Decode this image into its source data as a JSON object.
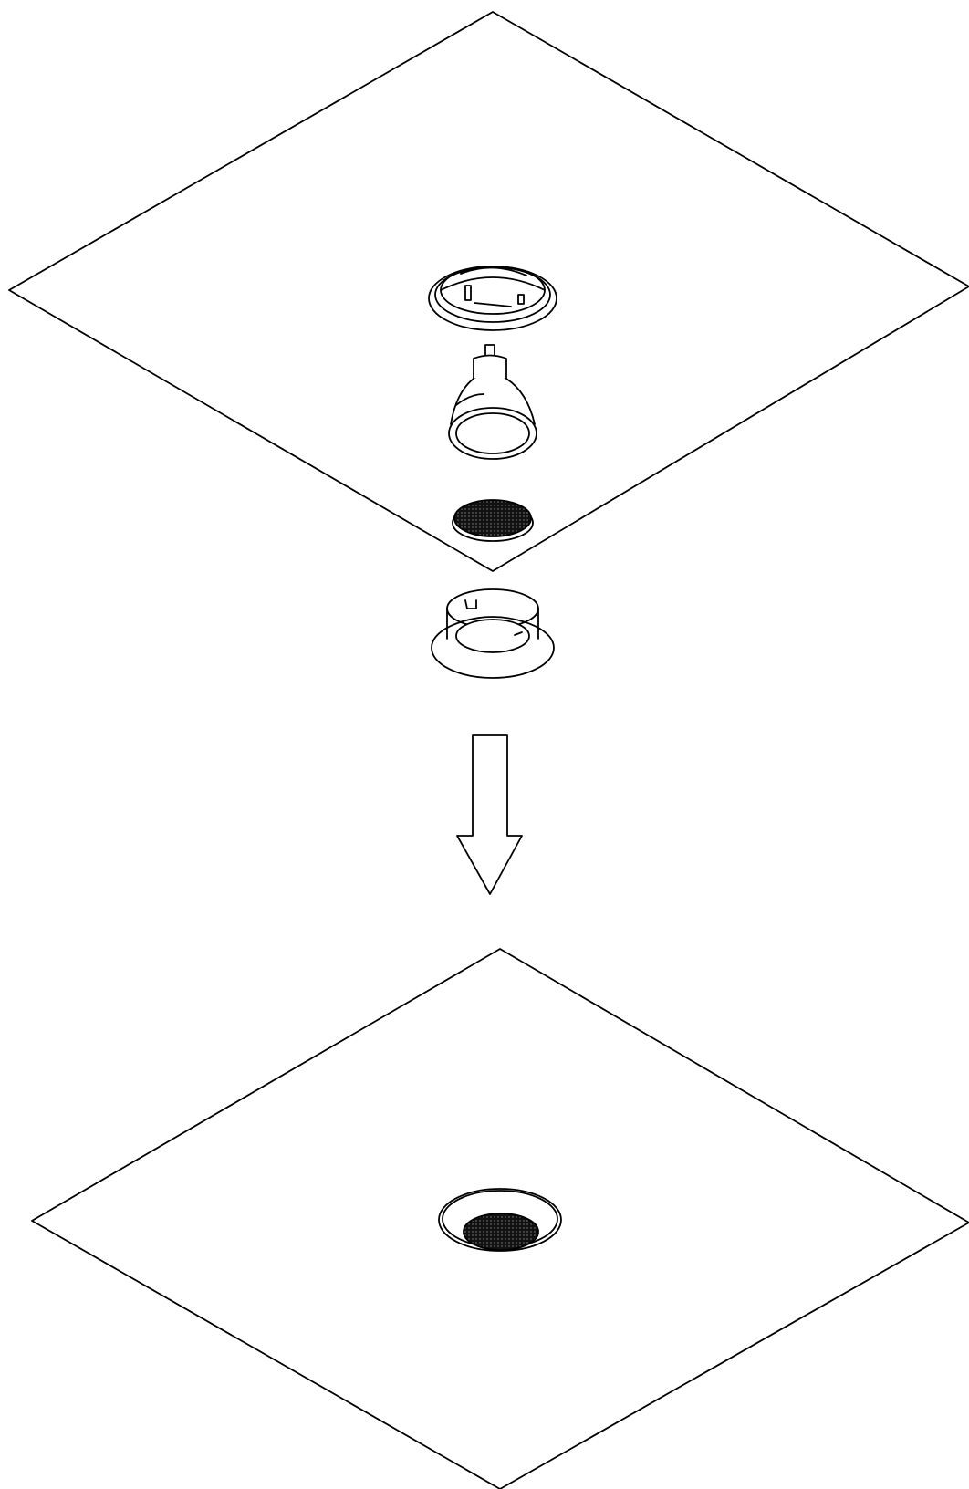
{
  "diagram": {
    "type": "exploded-assembly-illustration",
    "steps": [
      {
        "name": "exploded-view",
        "components": [
          "ceiling-panel",
          "spring-ring",
          "gu10-lamp",
          "honeycomb-louvre",
          "trim-ring"
        ]
      },
      {
        "name": "assembled-view",
        "components": [
          "ceiling-panel",
          "installed-downlight"
        ]
      }
    ],
    "connector": "down-arrow",
    "colors": {
      "line": "#000000",
      "fill": "#ffffff",
      "mesh": "#111111"
    }
  }
}
